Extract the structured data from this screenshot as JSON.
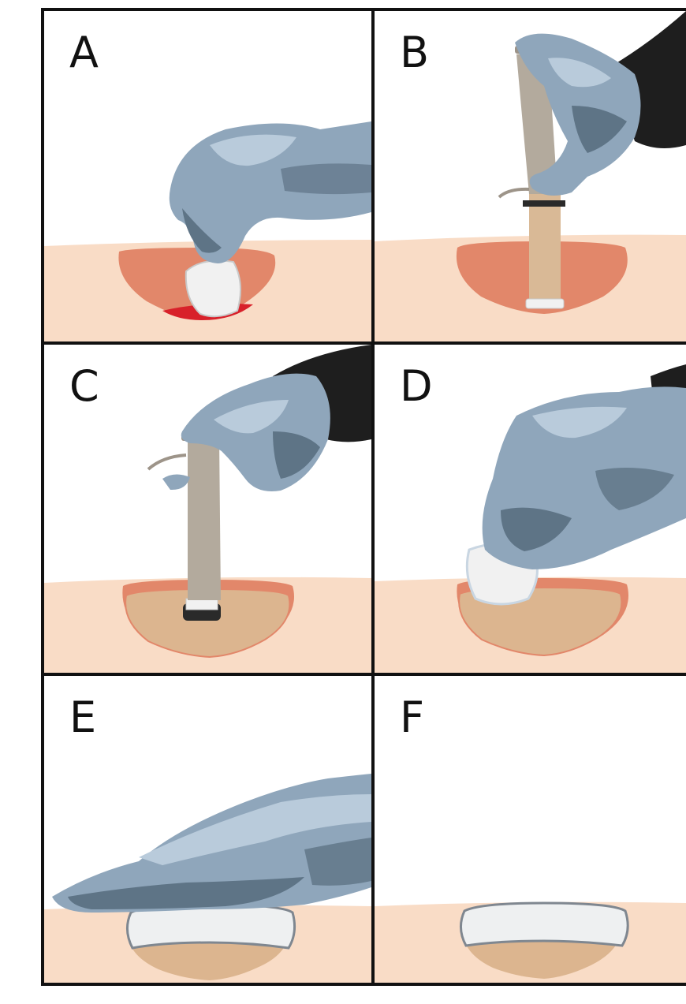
{
  "panels": [
    {
      "id": "A",
      "label": "A"
    },
    {
      "id": "B",
      "label": "B"
    },
    {
      "id": "C",
      "label": "C"
    },
    {
      "id": "D",
      "label": "D"
    },
    {
      "id": "E",
      "label": "E"
    },
    {
      "id": "F",
      "label": "F"
    }
  ],
  "colors": {
    "skin": "#f9dcc6",
    "wound": "#e2876a",
    "blood": "#d8212a",
    "glove": "#8fa6bb",
    "glove_shadow": "#5e7486",
    "glove_highlight": "#b9cbdb",
    "sleeve": "#1e1e1e",
    "syringe_body": "#b3aa9d",
    "syringe_fill": "#d9b996",
    "filled_wound": "#dcb58f",
    "gauze": "#f1f1f1",
    "border": "#111111"
  }
}
